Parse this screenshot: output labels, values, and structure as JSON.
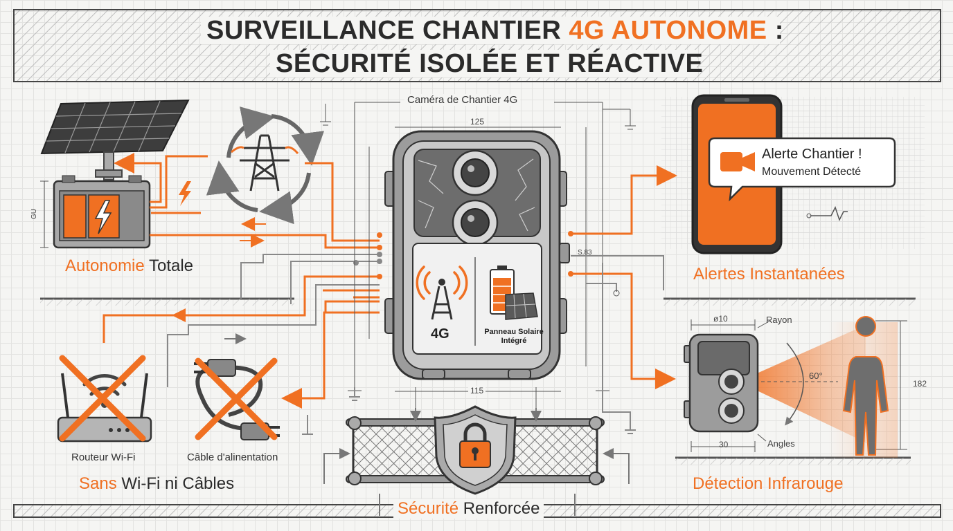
{
  "title": {
    "line1_a": "SURVEILLANCE CHANTIER ",
    "line1_b": "4G AUTONOME",
    "line1_c": " :",
    "line2": "SÉCURITÉ ISOLÉE ET RÉACTIVE"
  },
  "camera": {
    "label": "Caméra de Chantier 4G",
    "dim_top": "125",
    "dim_bottom": "115",
    "dim_right": "S.83",
    "badge_4g": "4G",
    "badge_solar": "Panneau Solaire Intégré"
  },
  "features": {
    "autonomy_a": "Autonomie",
    "autonomy_b": " Totale",
    "alerts": "Alertes Instantanées",
    "no_wifi_a": "Sans",
    "no_wifi_b": " Wi-Fi ni Câbles",
    "infrared": "Détection Infrarouge",
    "security_a": "Sécurité",
    "security_b": " Renforcée"
  },
  "battery": {
    "dim_left": "GU"
  },
  "items": {
    "router": "Routeur Wi-Fi",
    "cable": "Câble d'alinentation"
  },
  "phone": {
    "alert_title": "Alerte Chantier !",
    "alert_sub": "Mouvement Détecté"
  },
  "ir": {
    "dim_top": "ø10",
    "dim_bottom": "30",
    "angle": "60°",
    "height": "182",
    "rayon": "Rayon",
    "angles": "Angles"
  },
  "colors": {
    "accent": "#f07022",
    "ink": "#3a3a3a",
    "metal": "#b9b9b9"
  }
}
